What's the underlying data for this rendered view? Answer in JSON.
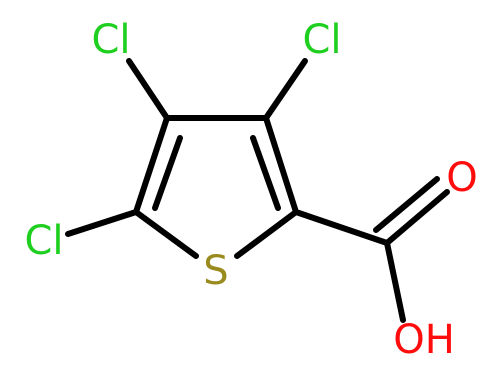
{
  "colors": {
    "bond": "#000000",
    "chlorine": "#1fcf1f",
    "sulfur": "#9a8b1e",
    "oxygen": "#ff0d0d"
  },
  "atoms": {
    "cl_top_left": "Cl",
    "cl_top_right": "Cl",
    "cl_left": "Cl",
    "sulfur": "S",
    "oxygen_carbonyl": "O",
    "hydroxyl": "OH"
  }
}
